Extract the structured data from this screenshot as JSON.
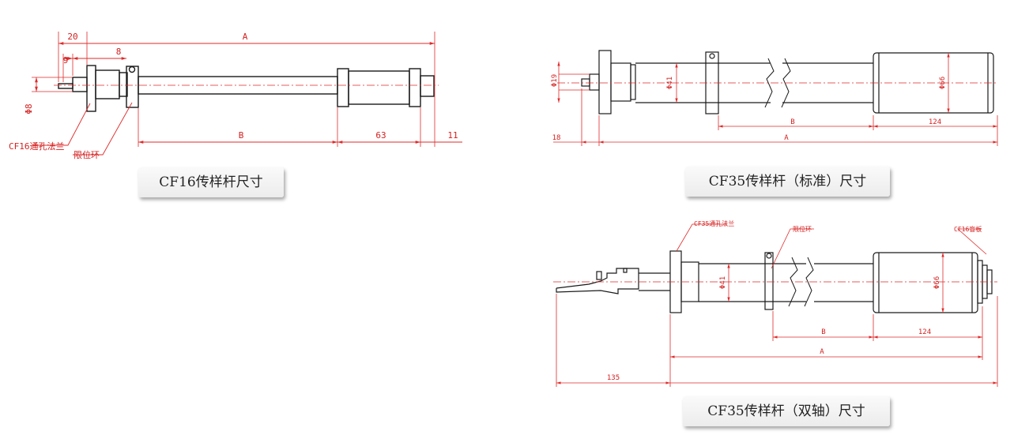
{
  "drawing_cf16": {
    "dims": {
      "a": "A",
      "d20": "20",
      "d9": "9",
      "d8": "8",
      "phi8": "Φ8",
      "b": "B",
      "d63": "63",
      "d11": "11"
    },
    "labels": {
      "flange": "CF16通孔法兰",
      "ring": "限位环"
    },
    "caption": "CF16传样杆尺寸"
  },
  "drawing_cf35_std": {
    "dims": {
      "phi19": "Φ19",
      "phi41": "Φ41",
      "phi66": "Φ66",
      "b": "B",
      "d124": "124",
      "d18": "18",
      "a": "A"
    },
    "caption": "CF35传样杆（标准）尺寸"
  },
  "drawing_cf35_dual": {
    "labels": {
      "flange": "CF35通孔法兰",
      "ring": "限位环",
      "blank": "CF16盲板"
    },
    "dims": {
      "phi41": "Φ41",
      "phi66": "Φ66",
      "b": "B",
      "d124": "124",
      "a": "A",
      "d135": "135"
    },
    "caption": "CF35传样杆（双轴）尺寸"
  }
}
